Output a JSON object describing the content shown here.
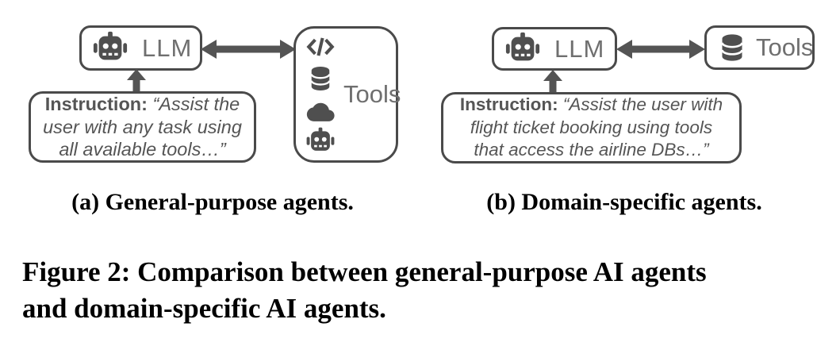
{
  "figure": {
    "panel_a": {
      "llm_label": "LLM",
      "tools_label": "Tools",
      "tool_icons": [
        "code-icon",
        "database-icon",
        "cloud-icon",
        "robot-icon"
      ],
      "instruction": {
        "label": "Instruction:",
        "line1_rest": "“Assist the",
        "line2": "user with any task using",
        "line3": "all available tools…”"
      },
      "caption": "(a) General-purpose agents."
    },
    "panel_b": {
      "llm_label": "LLM",
      "tools_label": "Tools",
      "tool_icons": [
        "database-icon"
      ],
      "instruction": {
        "label": "Instruction:",
        "line1_rest": "“Assist the user with",
        "line2": "flight ticket booking using tools",
        "line3": "that access the airline DBs…”"
      },
      "caption": "(b) Domain-specific agents."
    },
    "caption": {
      "line1": "Figure 2: Comparison between general-purpose AI agents",
      "line2": "and domain-specific AI agents."
    }
  },
  "colors": {
    "box_border": "#4a4a4a",
    "icon_fill": "#4f4f4f",
    "label_gray": "#6f6f6f",
    "instruction_text": "#555555",
    "arrow": "#545454",
    "caption_text": "#000000",
    "background": "#ffffff"
  }
}
